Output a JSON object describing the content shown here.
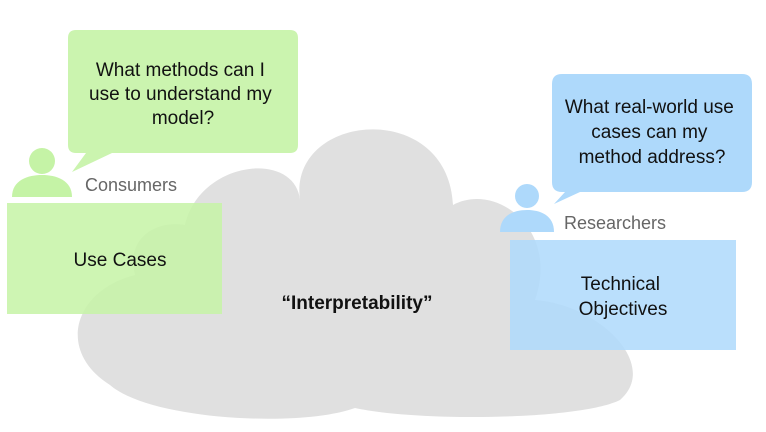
{
  "cloud": {
    "label": "“Interpretability”",
    "color": "#e0e0e0"
  },
  "consumers": {
    "role_label": "Consumers",
    "box_label": "Use Cases",
    "question_lines": [
      "What methods can I",
      "use to understand my",
      "model?"
    ],
    "color": "#c5f3a6",
    "person_icon": "person-icon"
  },
  "researchers": {
    "role_label": "Researchers",
    "box_lines": [
      "Technical",
      "Objectives"
    ],
    "question_lines": [
      "What real-world use",
      "cases can my",
      "method address?"
    ],
    "color": "#aed9fb",
    "person_icon": "person-icon"
  }
}
